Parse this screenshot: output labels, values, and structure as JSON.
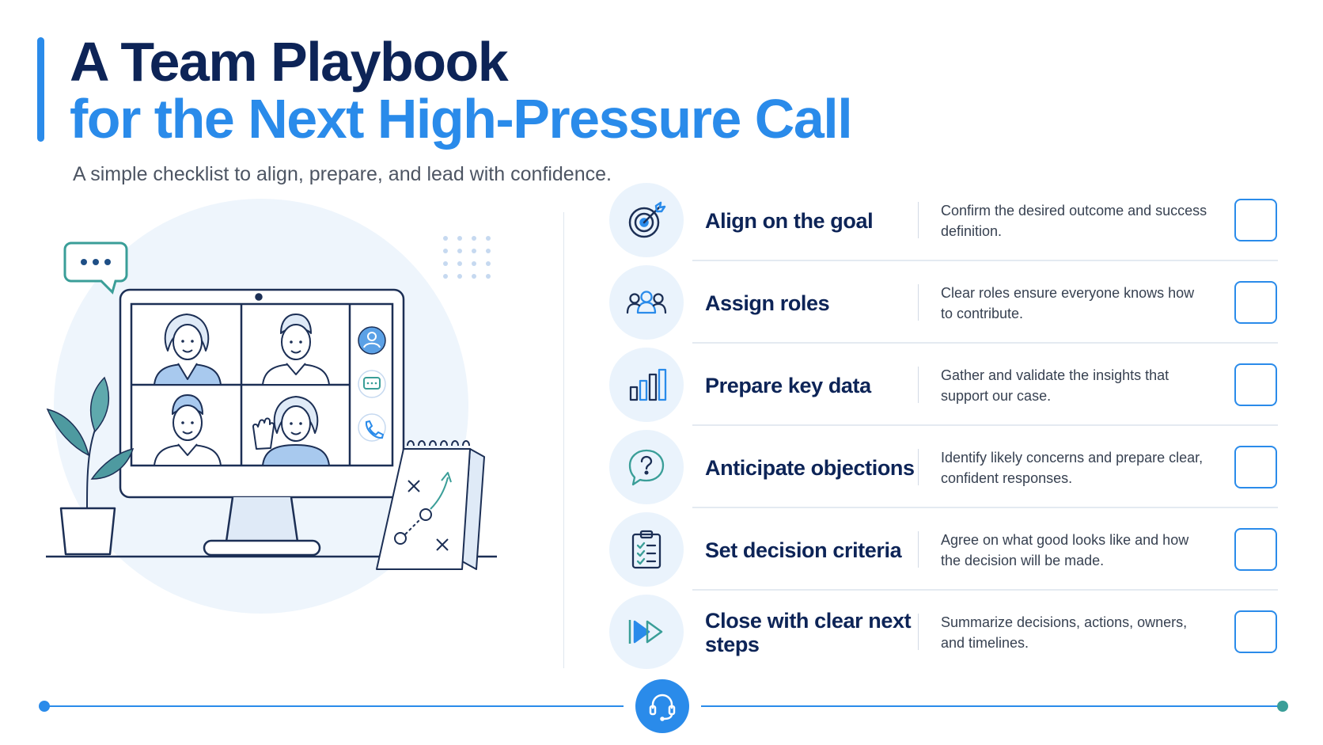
{
  "header": {
    "title_line1": "A Team Playbook",
    "title_line2": "for the Next High-Pressure Call",
    "subtitle": "A simple checklist to align, prepare, and lead with confidence."
  },
  "colors": {
    "navy": "#0d2457",
    "accent_blue": "#2a8bea",
    "teal": "#3a9e98",
    "light_blue": "#eaf3fc"
  },
  "checklist": [
    {
      "icon": "target-icon",
      "title": "Align on the goal",
      "description": "Confirm the desired outcome and success definition.",
      "checked": false
    },
    {
      "icon": "team-icon",
      "title": "Assign roles",
      "description": "Clear roles ensure everyone knows how to contribute.",
      "checked": false
    },
    {
      "icon": "bar-chart-icon",
      "title": "Prepare key data",
      "description": "Gather and validate the insights that support our case.",
      "checked": false
    },
    {
      "icon": "question-bubble-icon",
      "title": "Anticipate objections",
      "description": "Identify likely concerns and prepare clear, confident responses.",
      "checked": false
    },
    {
      "icon": "clipboard-checklist-icon",
      "title": "Set decision criteria",
      "description": "Agree on what good looks like and how the decision will be made.",
      "checked": false
    },
    {
      "icon": "fast-forward-icon",
      "title": "Close with clear next steps",
      "description": "Summarize decisions, actions, owners, and timelines.",
      "checked": false
    }
  ],
  "footer": {
    "icon": "headset-icon"
  }
}
